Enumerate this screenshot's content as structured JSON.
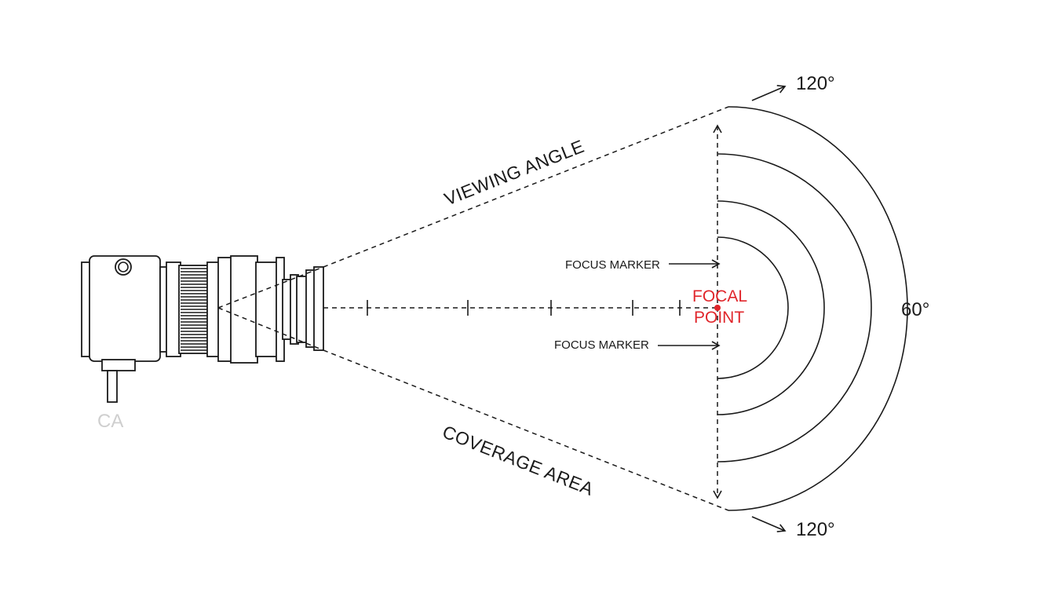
{
  "labels": {
    "viewing_angle": "VIEWING ANGLE",
    "coverage_area": "COVERAGE AREA",
    "focus_marker_top": "FOCUS MARKER",
    "focus_marker_bottom": "FOCUS MARKER",
    "focal_point_line1": "FOCAL",
    "focal_point_line2": "POINT",
    "angle_top": "120°",
    "angle_bottom": "120°",
    "angle_right": "60°",
    "camera_caption": "CA"
  },
  "colors": {
    "line": "#1a1a1a",
    "focal": "#e0262b",
    "faded": "#cfcfcf"
  },
  "icons": {
    "camera": "camera-lens-icon"
  }
}
